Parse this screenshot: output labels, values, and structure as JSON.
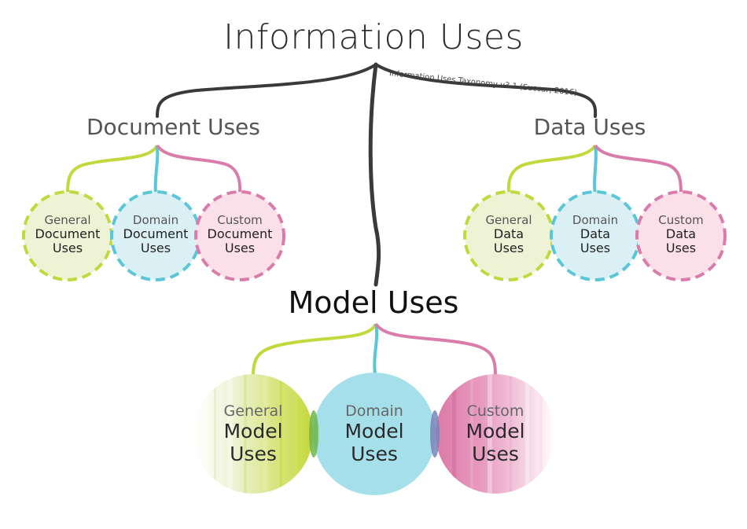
{
  "title": "Information Uses",
  "caption": "Information Uses Taxonomy v3.1 (Succar, 2016)",
  "groups": {
    "document": {
      "title": "Document Uses",
      "circles": [
        {
          "l1": "General",
          "l2": "Document",
          "l3": "Uses"
        },
        {
          "l1": "Domain",
          "l2": "Document",
          "l3": "Uses"
        },
        {
          "l1": "Custom",
          "l2": "Document",
          "l3": "Uses"
        }
      ]
    },
    "data": {
      "title": "Data Uses",
      "circles": [
        {
          "l1": "General",
          "l2": "Data",
          "l3": "Uses"
        },
        {
          "l1": "Domain",
          "l2": "Data",
          "l3": "Uses"
        },
        {
          "l1": "Custom",
          "l2": "Data",
          "l3": "Uses"
        }
      ]
    },
    "model": {
      "title": "Model Uses",
      "circles": [
        {
          "l1": "General",
          "l2": "Model",
          "l3": "Uses"
        },
        {
          "l1": "Domain",
          "l2": "Model",
          "l3": "Uses"
        },
        {
          "l1": "Custom",
          "l2": "Model",
          "l3": "Uses"
        }
      ]
    }
  },
  "colors": {
    "general": "#c2d83c",
    "domain": "#5bc6d8",
    "custom": "#d97cab",
    "general_fill": "#eef3d6",
    "domain_fill": "#dbf0f5",
    "custom_fill": "#fbe0ea",
    "branch": "#3a3a3a"
  }
}
